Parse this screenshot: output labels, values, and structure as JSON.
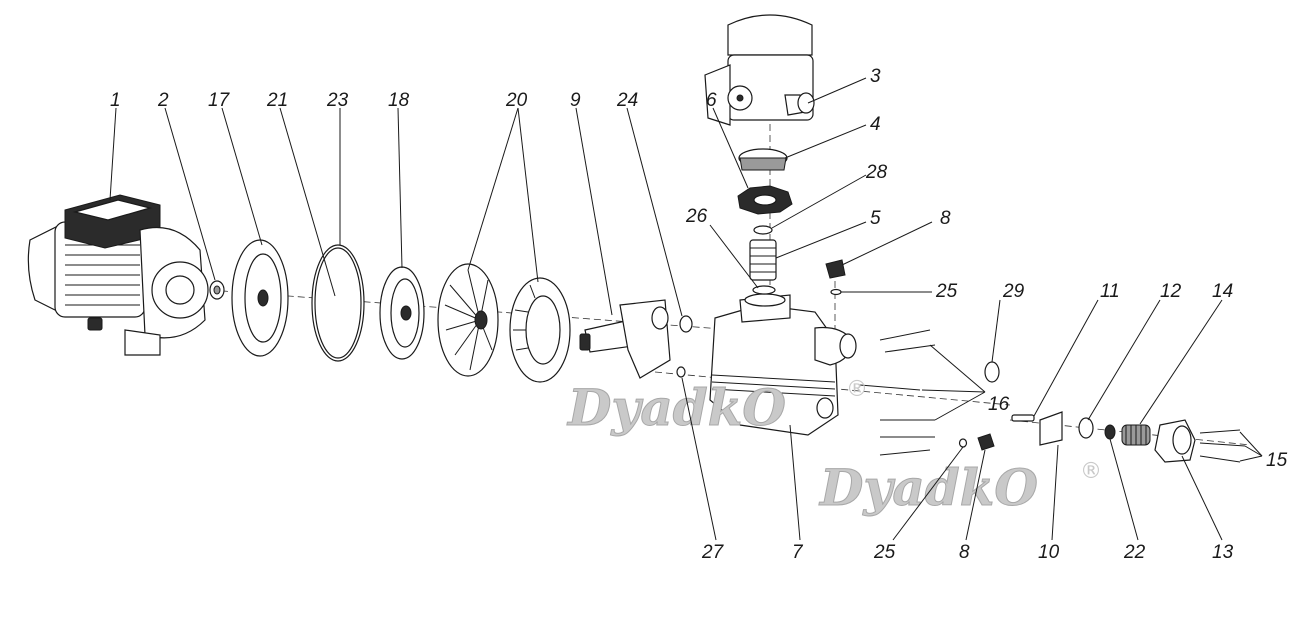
{
  "watermark": {
    "text": "DyadkO",
    "mark": "®"
  },
  "callouts": [
    {
      "id": "c1",
      "label": "1"
    },
    {
      "id": "c2",
      "label": "2"
    },
    {
      "id": "c17",
      "label": "17"
    },
    {
      "id": "c21",
      "label": "21"
    },
    {
      "id": "c23",
      "label": "23"
    },
    {
      "id": "c18",
      "label": "18"
    },
    {
      "id": "c20",
      "label": "20"
    },
    {
      "id": "c9",
      "label": "9"
    },
    {
      "id": "c24",
      "label": "24"
    },
    {
      "id": "c6",
      "label": "6"
    },
    {
      "id": "c3",
      "label": "3"
    },
    {
      "id": "c4",
      "label": "4"
    },
    {
      "id": "c28",
      "label": "28"
    },
    {
      "id": "c26",
      "label": "26"
    },
    {
      "id": "c5",
      "label": "5"
    },
    {
      "id": "c8a",
      "label": "8"
    },
    {
      "id": "c25a",
      "label": "25"
    },
    {
      "id": "c29",
      "label": "29"
    },
    {
      "id": "c11",
      "label": "11"
    },
    {
      "id": "c12",
      "label": "12"
    },
    {
      "id": "c14",
      "label": "14"
    },
    {
      "id": "c16",
      "label": "16"
    },
    {
      "id": "c15",
      "label": "15"
    },
    {
      "id": "c27",
      "label": "27"
    },
    {
      "id": "c7",
      "label": "7"
    },
    {
      "id": "c25b",
      "label": "25"
    },
    {
      "id": "c8b",
      "label": "8"
    },
    {
      "id": "c10",
      "label": "10"
    },
    {
      "id": "c22",
      "label": "22"
    },
    {
      "id": "c13",
      "label": "13"
    }
  ]
}
